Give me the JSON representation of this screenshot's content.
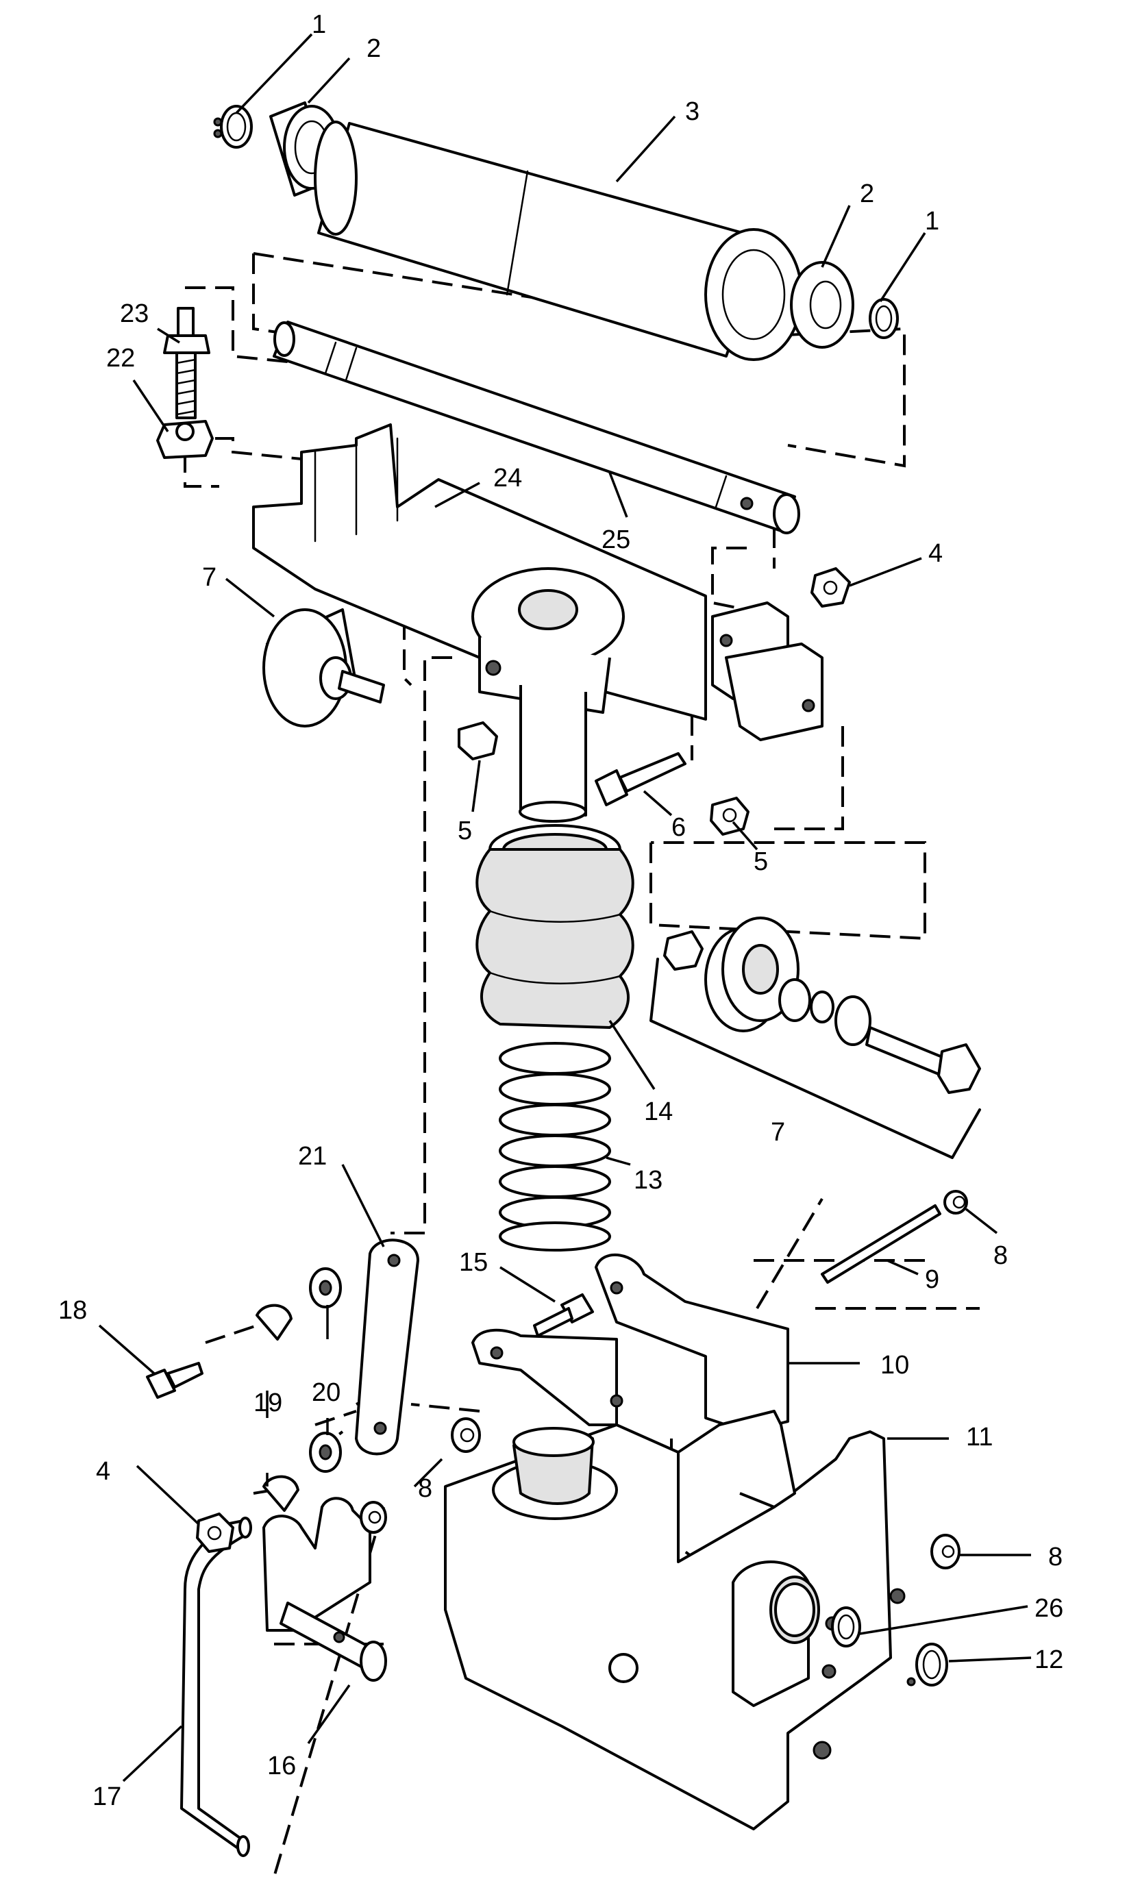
{
  "callouts": [
    {
      "id": "c1a",
      "text": "1"
    },
    {
      "id": "c2a",
      "text": "2"
    },
    {
      "id": "c3",
      "text": "3"
    },
    {
      "id": "c2b",
      "text": "2"
    },
    {
      "id": "c1b",
      "text": "1"
    },
    {
      "id": "c23",
      "text": "23"
    },
    {
      "id": "c22",
      "text": "22"
    },
    {
      "id": "c24",
      "text": "24"
    },
    {
      "id": "c25",
      "text": "25"
    },
    {
      "id": "c4a",
      "text": "4"
    },
    {
      "id": "c7a",
      "text": "7"
    },
    {
      "id": "c5a",
      "text": "5"
    },
    {
      "id": "c6",
      "text": "6"
    },
    {
      "id": "c5b",
      "text": "5"
    },
    {
      "id": "c14",
      "text": "14"
    },
    {
      "id": "c7b",
      "text": "7"
    },
    {
      "id": "c13",
      "text": "13"
    },
    {
      "id": "c21",
      "text": "21"
    },
    {
      "id": "c8a",
      "text": "8"
    },
    {
      "id": "c9",
      "text": "9"
    },
    {
      "id": "c15",
      "text": "15"
    },
    {
      "id": "c18",
      "text": "18"
    },
    {
      "id": "c20",
      "text": "20"
    },
    {
      "id": "c10",
      "text": "10"
    },
    {
      "id": "c19",
      "text": "19"
    },
    {
      "id": "c11",
      "text": "11"
    },
    {
      "id": "c4b",
      "text": "4"
    },
    {
      "id": "c8b",
      "text": "8"
    },
    {
      "id": "c8c",
      "text": "8"
    },
    {
      "id": "c26",
      "text": "26"
    },
    {
      "id": "c12",
      "text": "12"
    },
    {
      "id": "c16",
      "text": "16"
    },
    {
      "id": "c17",
      "text": "17"
    }
  ]
}
